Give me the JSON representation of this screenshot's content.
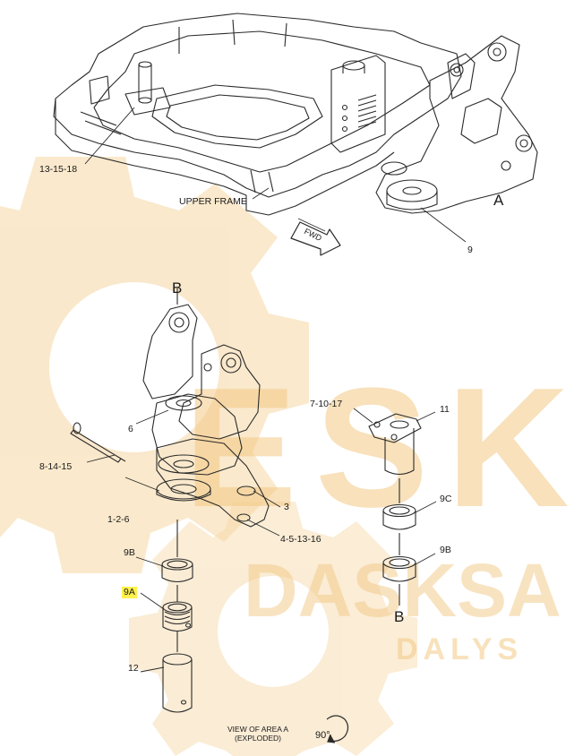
{
  "watermark": {
    "brand_line_1": "ESKA",
    "brand_line_2": "DASKSA",
    "brand_line_3": "DALYS",
    "color": "#f3c985"
  },
  "labels": {
    "ref_13_15_18": "13-15-18",
    "upper_frame": "UPPER FRAME",
    "fwd": "FWD",
    "area_a": "A",
    "part_9": "9",
    "view_b_top": "B",
    "part_6": "6",
    "part_8_14_15": "8-14-15",
    "part_1_2_6": "1-2-6",
    "part_3": "3",
    "part_4_5_13_16": "4-5-13-16",
    "part_7_10_17": "7-10-17",
    "part_11": "11",
    "part_9c": "9C",
    "part_9b_right": "9B",
    "view_b_bottom": "B",
    "part_9b_left": "9B",
    "part_9a": "9A",
    "part_12": "12",
    "view_line_1": "VIEW OF AREA A",
    "view_line_2": "(EXPLODED)",
    "rotation": "90°"
  },
  "colors": {
    "line": "#2a2a2a",
    "highlight": "#fff14d"
  }
}
